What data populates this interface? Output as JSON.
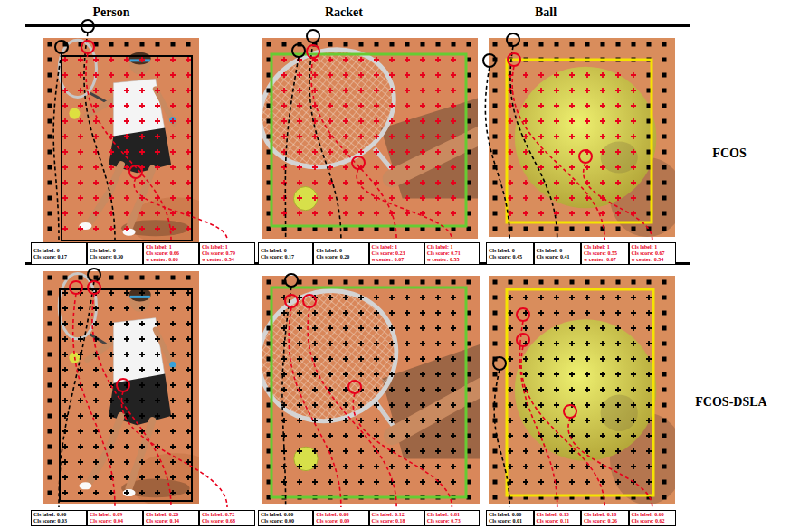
{
  "diagram": {
    "nodes": [
      {
        "text": [
          "Cls label: 0",
          "Cls score: 0.17"
        ]
      },
      {
        "text": [
          "Cls label: 0",
          "Cls score: 0.30"
        ]
      },
      {
        "text": [
          "Cls label: 1",
          "Cls score: 0.66",
          "w center: 0.06"
        ]
      },
      {
        "text": [
          "Cls label: 1",
          "Cls score: 0.79",
          "w center: 0.54"
        ]
      },
      {
        "text": [
          "Cls label: 0",
          "Cls score: 0.17"
        ]
      },
      {
        "text": [
          "Cls label: 0",
          "Cls score: 0.20"
        ]
      },
      {
        "text": [
          "Cls label: 1",
          "Cls score: 0.23",
          "w center: 0.07"
        ]
      },
      {
        "text": [
          "Cls label: 1",
          "Cls score: 0.71",
          "w center: 0.55"
        ]
      },
      {
        "text": [
          "Cls label: 0",
          "Cls score: 0.45"
        ]
      },
      {
        "text": [
          "Cls label: 0",
          "Cls score: 0.41"
        ]
      },
      {
        "text": [
          "Cls label: 1",
          "Cls score: 0.55",
          "w center: 0.07"
        ]
      },
      {
        "text": [
          "Cls label: 1",
          "Cls score: 0.67",
          "w center: 0.54"
        ]
      },
      {
        "text": [
          "Cls label: 0.00",
          "Cls score: 0.03"
        ]
      },
      {
        "text": [
          "Cls label: 0.09",
          "Cls score: 0.04"
        ]
      },
      {
        "text": [
          "Cls label: 0.20",
          "Cls score: 0.14"
        ]
      },
      {
        "text": [
          "Cls label: 0.72",
          "Cls score: 0.68"
        ]
      },
      {
        "text": [
          "Cls label: 0.00",
          "Cls score: 0.00"
        ]
      },
      {
        "text": [
          "Cls label: 0.08",
          "Cls score: 0.09"
        ]
      },
      {
        "text": [
          "Cls label: 0.12",
          "Cls score: 0.18"
        ]
      },
      {
        "text": [
          "Cls label: 0.81",
          "Cls score: 0.73"
        ]
      },
      {
        "text": [
          "Cls label: 0.00",
          "Cls score: 0.01"
        ]
      },
      {
        "text": [
          "Cls label: 0.13",
          "Cls score: 0.11"
        ]
      },
      {
        "text": [
          "Cls label: 0.18",
          "Cls score: 0.26"
        ]
      },
      {
        "text": [
          "Cls label: 0.60",
          "Cls score: 0.62"
        ]
      }
    ],
    "labels": [
      "Person",
      "Racket",
      "Ball",
      "FCOS",
      "FCOS-DSLA"
    ]
  }
}
